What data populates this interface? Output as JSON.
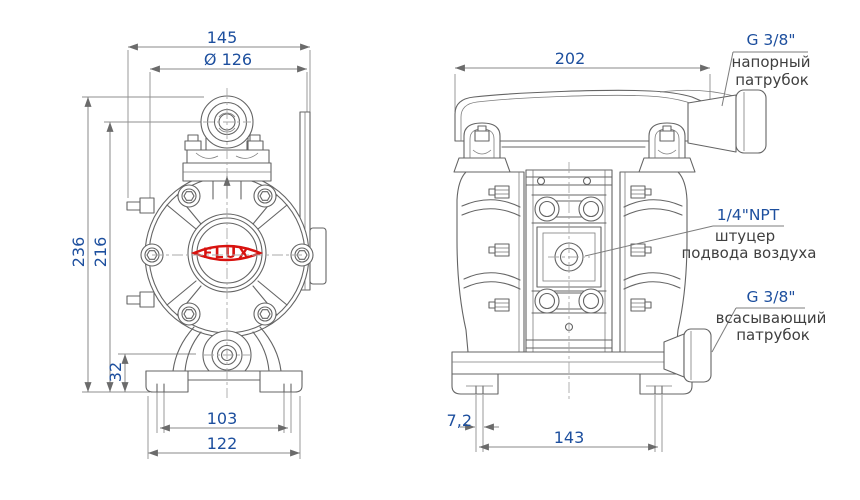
{
  "front_view": {
    "dim_width": "145",
    "dim_diameter": "Ø 126",
    "dim_height_total": "236",
    "dim_height_center": "216",
    "dim_port_height": "32",
    "dim_feet_inner": "103",
    "dim_feet_outer": "122",
    "logo": "FLUX"
  },
  "side_view": {
    "dim_depth": "202",
    "dim_slot_width": "7,2",
    "dim_feet_span": "143"
  },
  "callouts": {
    "discharge": {
      "thread": "G 3/8\"",
      "line1": "напорный",
      "line2": "патрубок"
    },
    "air": {
      "thread": "1/4\"NPT",
      "line1": "штуцер",
      "line2": "подвода воздуха"
    },
    "suction": {
      "thread": "G 3/8\"",
      "line1": "всасывающий",
      "line2": "патрубок"
    }
  },
  "colors": {
    "dimension_text": "#1d4f9e",
    "callout_text": "#3f3f3f",
    "drawing_line": "#646464",
    "logo_red": "#d8120f",
    "background": "#ffffff"
  }
}
